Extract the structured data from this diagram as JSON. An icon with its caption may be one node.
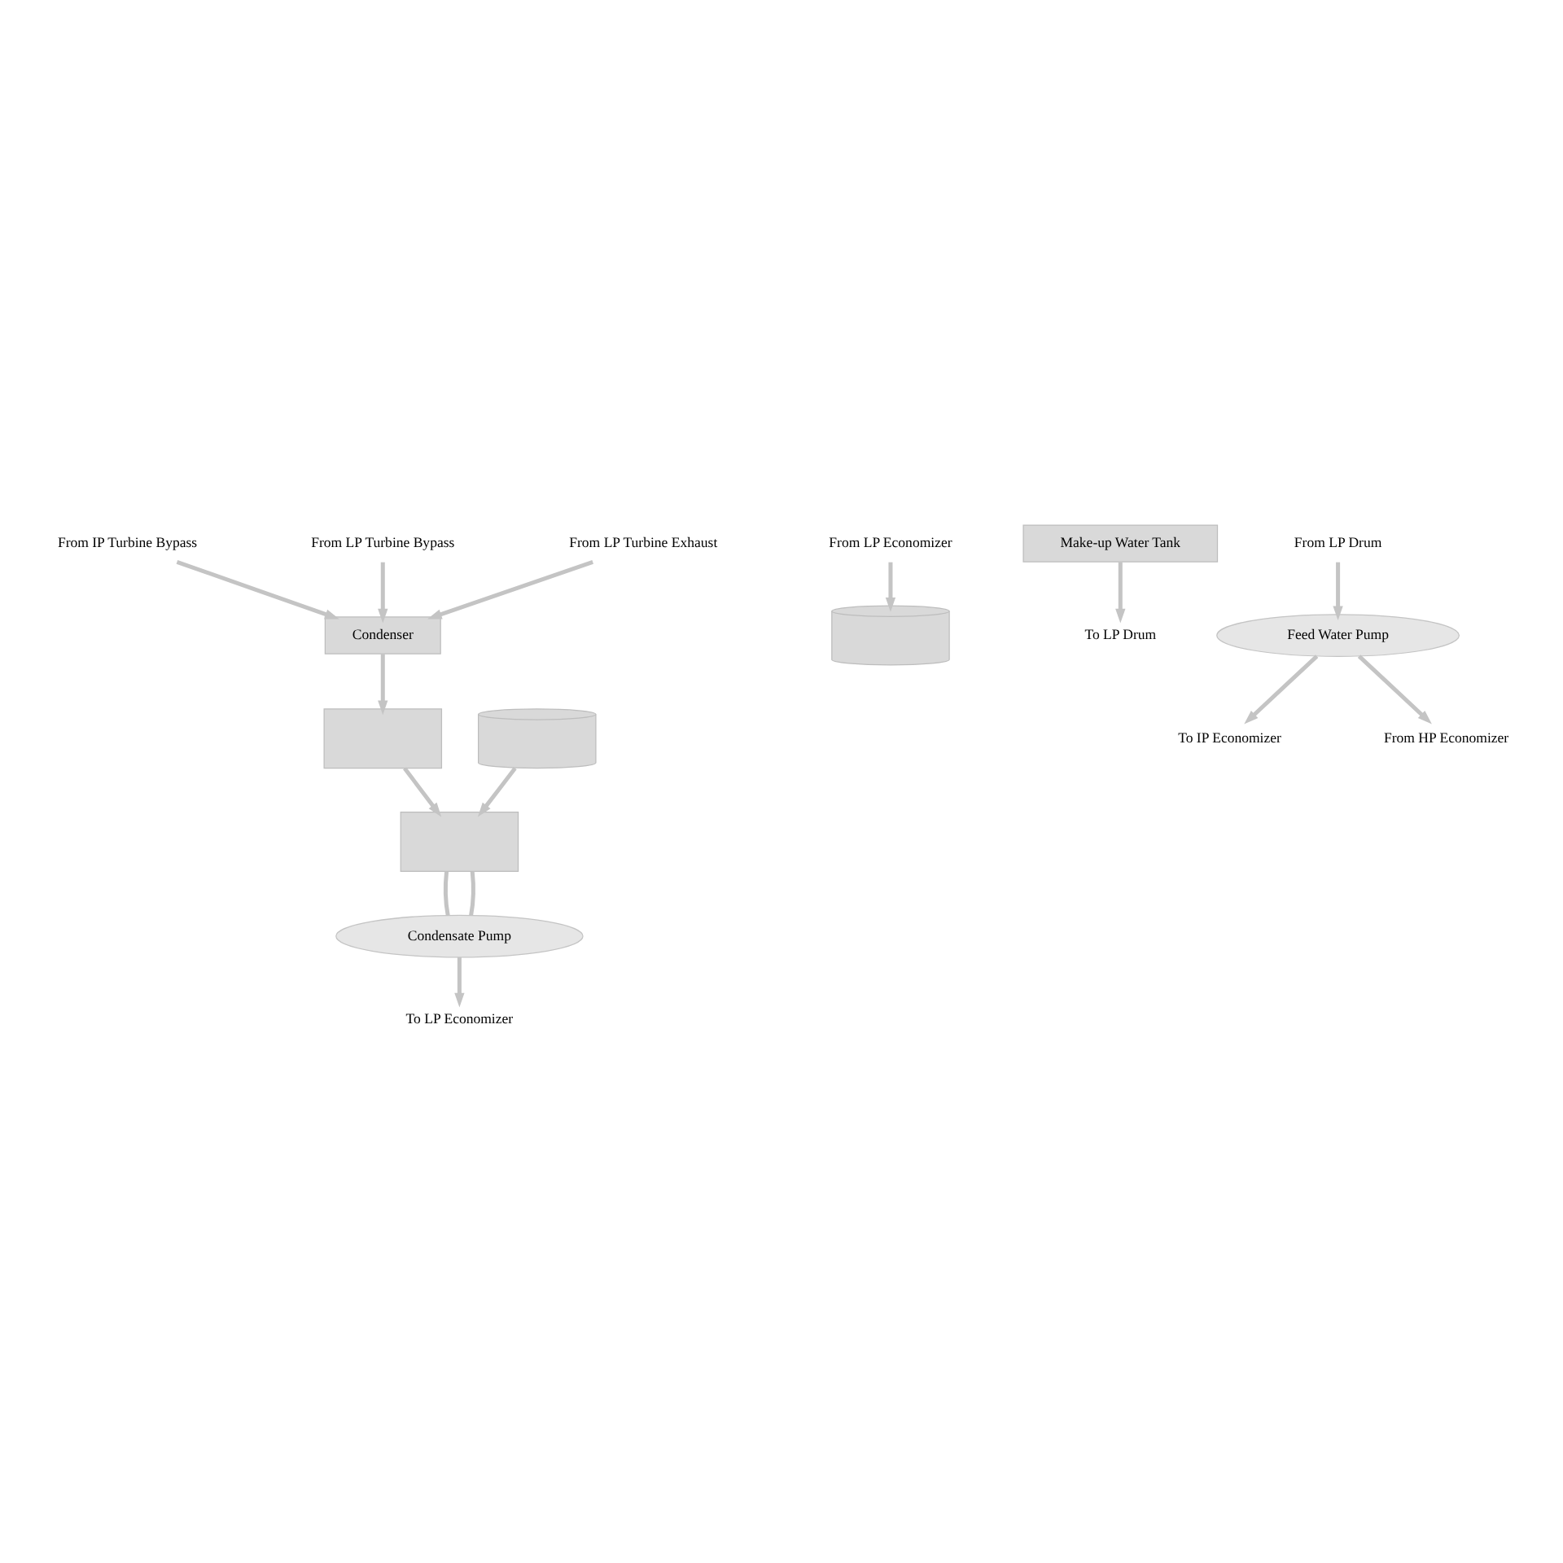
{
  "diagram": {
    "nodes": [
      {
        "text": [
          "From IP Turbine Bypass"
        ]
      },
      {
        "text": [
          "From LP Turbine Bypass"
        ]
      },
      {
        "text": [
          "From LP Turbine Exhaust"
        ]
      },
      {
        "text": [
          "Condenser"
        ]
      },
      {
        "text": [],
        "shape": "box"
      },
      {
        "text": [],
        "shape": "cylinder"
      },
      {
        "text": [],
        "shape": "box"
      },
      {
        "text": [
          "Condensate Pump"
        ]
      },
      {
        "text": [],
        "shape": "cylinder"
      },
      {
        "text": [
          "Make-up Water Tank"
        ]
      },
      {
        "text": [
          "Feed Water Pump"
        ]
      },
      {
        "text": [
          "To LP Economizer"
        ]
      },
      {
        "text": [
          "From LP Economizer"
        ]
      },
      {
        "text": [
          "To LP Drum"
        ]
      },
      {
        "text": [
          "From LP Drum"
        ]
      },
      {
        "text": [
          "To IP Economizer"
        ]
      },
      {
        "text": [
          "From HP Economizer"
        ]
      }
    ],
    "edges": [
      {
        "from": 0,
        "to": 3,
        "arrow": "to"
      },
      {
        "from": 1,
        "to": 3,
        "arrow": "to"
      },
      {
        "from": 2,
        "to": 3,
        "arrow": "to"
      },
      {
        "from": 3,
        "to": 4,
        "arrow": "to"
      },
      {
        "from": 4,
        "to": 6,
        "arrow": "to"
      },
      {
        "from": 5,
        "to": 6,
        "arrow": "to"
      },
      {
        "from": 6,
        "to": 7,
        "arrow": "none"
      },
      {
        "from": 7,
        "to": 11,
        "arrow": "to"
      },
      {
        "from": 7,
        "to": 6,
        "arrow": "none"
      },
      {
        "from": 12,
        "to": 8,
        "arrow": "to"
      },
      {
        "from": 9,
        "to": 13,
        "arrow": "to"
      },
      {
        "from": 14,
        "to": 10,
        "arrow": "to"
      },
      {
        "from": 10,
        "to": 15,
        "arrow": "to"
      },
      {
        "from": 10,
        "to": 16,
        "arrow": "to"
      }
    ]
  }
}
